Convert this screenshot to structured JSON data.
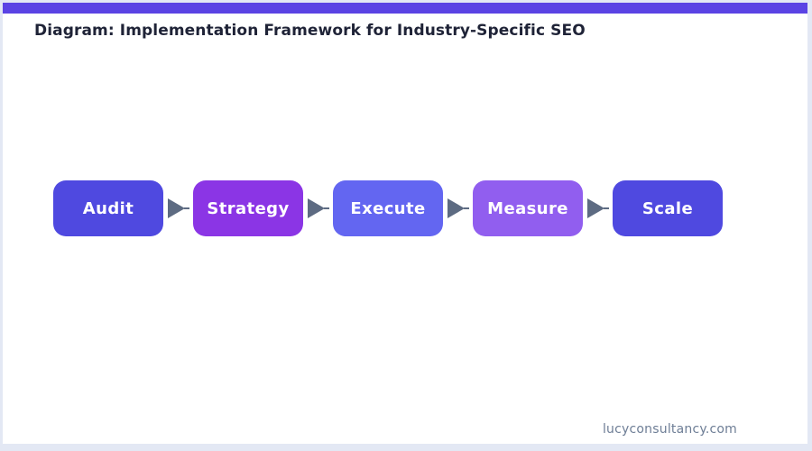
{
  "page": {
    "title": "Diagram: Implementation Framework for Industry-Specific SEO",
    "footer": "lucyconsultancy.com"
  },
  "colors": {
    "page_background": "#e3e8f4",
    "card_background": "#ffffff",
    "accent_bar": "#5a43e4",
    "title_text": "#1f2337",
    "arrow": "#5d6b82",
    "footer_text": "#6e7e96",
    "step_text": "#ffffff"
  },
  "flow": {
    "steps": [
      {
        "label": "Audit",
        "color": "#4f49e0"
      },
      {
        "label": "Strategy",
        "color": "#8b35e5"
      },
      {
        "label": "Execute",
        "color": "#6366f1"
      },
      {
        "label": "Measure",
        "color": "#915eef"
      },
      {
        "label": "Scale",
        "color": "#4f49e0"
      }
    ]
  }
}
